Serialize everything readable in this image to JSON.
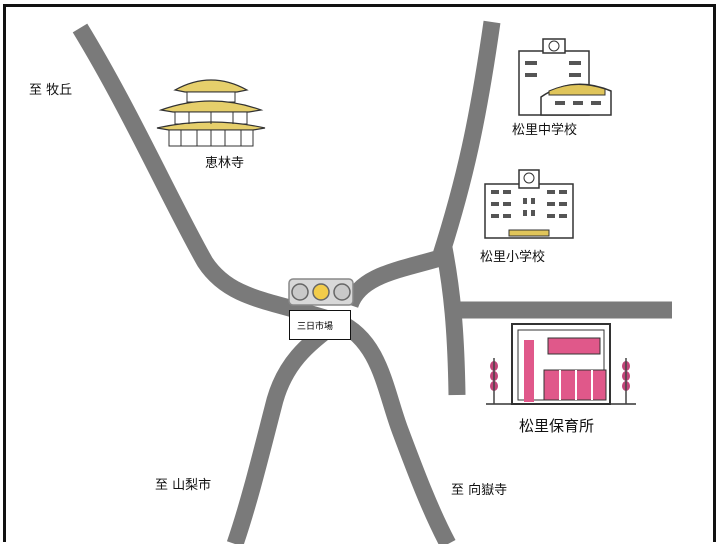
{
  "destinations": {
    "makioka": "至 牧丘",
    "yamanashi": "至 山梨市",
    "kotakudera": "至 向嶽寺"
  },
  "places": {
    "erinji": "恵林寺",
    "middle_school": "松里中学校",
    "elementary_school": "松里小学校",
    "nursery": "松里保育所"
  },
  "intersection": {
    "name": "三日市場"
  },
  "colors": {
    "road": "#7a7a7a",
    "temple_roof": "#e6cf6b",
    "school_accent": "#e0c55a",
    "nursery_accent": "#e0588a",
    "signal_amber": "#f2cc4a"
  },
  "icons": [
    "temple-icon",
    "school-icon",
    "nursery-icon",
    "traffic-signal-icon"
  ]
}
